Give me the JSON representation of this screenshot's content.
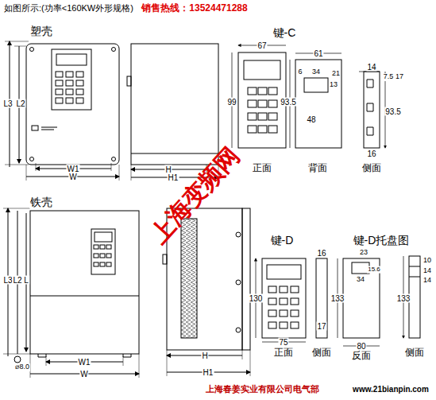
{
  "diagram": {
    "title": "如图所示:(功率<160KW外形规格)",
    "labels": [
      "销售热线：13524471288",
      "塑壳",
      "键-C",
      "L3",
      "L2",
      "W1",
      "W",
      "H",
      "H1",
      "67",
      "99",
      "正面",
      "61",
      "93.5",
      "6",
      "34",
      "21",
      "13",
      "48",
      "背面",
      "14",
      "7.5",
      "17",
      "93.5",
      "16",
      "侧面",
      "铁壳",
      "L3",
      "L2",
      "L",
      "W1",
      "W",
      "⌀8.0",
      "H",
      "H1",
      "键-D",
      "键-D托盘图",
      "130",
      "75",
      "正面",
      "16",
      "17",
      "侧面",
      "23",
      "34",
      "15.6",
      "133",
      "80",
      "反面",
      "14",
      "14",
      "10",
      "133",
      "侧面",
      "上海变频网",
      "上海春姜实业有限公司电气部",
      "www.21bianpin.com"
    ]
  }
}
